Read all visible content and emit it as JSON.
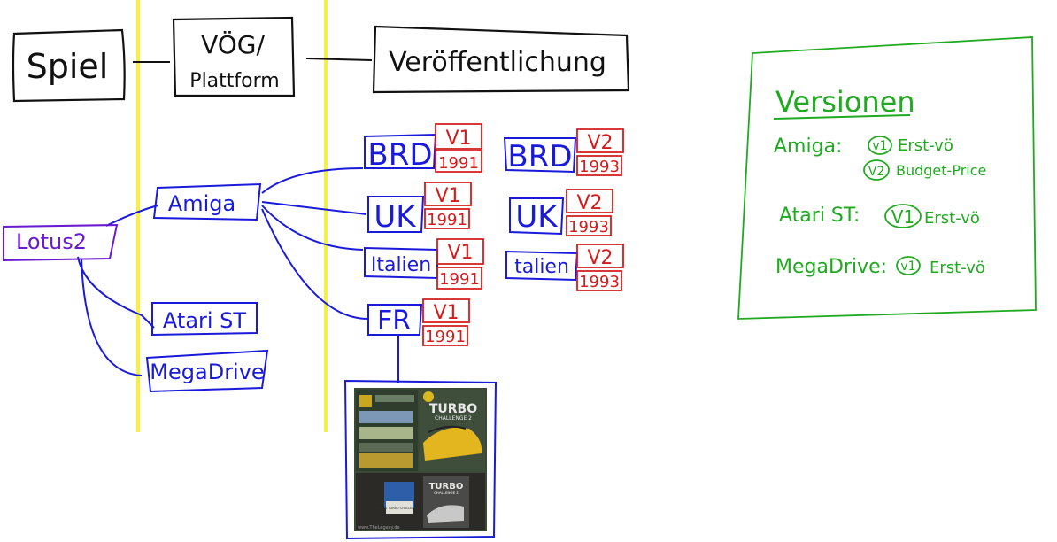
{
  "header": {
    "spiel": "Spiel",
    "voeg_line1": "VÖG/",
    "voeg_line2": "Plattform",
    "veroeffentlichung": "Veröffentlichung"
  },
  "tree": {
    "root": "Lotus2",
    "platforms": [
      "Amiga",
      "Atari ST",
      "MegaDrive"
    ],
    "releases": {
      "brd": "BRD",
      "uk": "UK",
      "italien": "Italien",
      "fr": "FR",
      "brd_v2": "BRD",
      "uk_v2": "UK",
      "italien_v2": "talien"
    },
    "versions": {
      "v1": "V1",
      "v2": "V2",
      "year1": "1991",
      "year2": "1993"
    }
  },
  "box_art": {
    "title_front": "TURBO",
    "subtitle_front": "CHALLENGE 2",
    "title_small": "TURBO",
    "subtitle_small": "CHALLENGE 2",
    "disk_label": "LOTUS TURBO CHALLENGE 2",
    "watermark": "www.TheLegacy.de"
  },
  "legend": {
    "title": "Versionen",
    "amiga": "Amiga:",
    "v1": "v1",
    "v2": "V2",
    "erst_vo": "Erst-vö",
    "budget_price": "Budget-Price",
    "atari": "Atari ST:",
    "atari_v1": "V1",
    "atari_erst": "Erst-vö",
    "mega": "MegaDrive:",
    "mega_v1": "v1",
    "mega_erst": "Erst-vö"
  },
  "colors": {
    "yellow_guides": "#f5f042",
    "blue": "#1a1adb",
    "red": "#d41c1c",
    "green": "#1faa1f",
    "purple": "#6a1ad0"
  }
}
